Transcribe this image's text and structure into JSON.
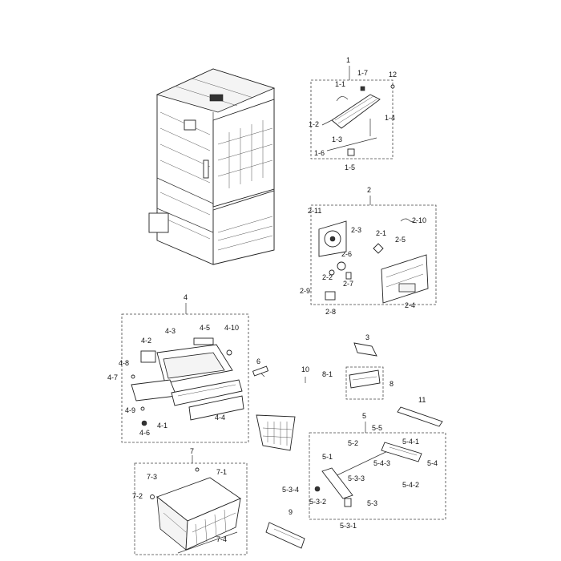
{
  "diagram": {
    "labels": {
      "g1": "1",
      "l1_1": "1-1",
      "l1_7": "1-7",
      "l12": "12",
      "l1_2": "1-2",
      "l1_4": "1-4",
      "l1_3": "1-3",
      "l1_6": "1-6",
      "l1_5": "1-5",
      "g2": "2",
      "l2_11": "2-11",
      "l2_10": "2-10",
      "l2_3": "2-3",
      "l2_1": "2-1",
      "l2_5": "2-5",
      "l2_6": "2-6",
      "l2_2": "2-2",
      "l2_7": "2-7",
      "l2_9": "2-9",
      "l2_8": "2-8",
      "l2_4": "2-4",
      "g4": "4",
      "l4_3": "4-3",
      "l4_5": "4-5",
      "l4_10": "4-10",
      "l4_2": "4-2",
      "l4_8": "4-8",
      "l4_7": "4-7",
      "l4_9": "4-9",
      "l4_6": "4-6",
      "l4_1": "4-1",
      "l4_4": "4-4",
      "l6": "6",
      "l3": "3",
      "l10": "10",
      "l8_1": "8-1",
      "l8": "8",
      "l11": "11",
      "g5": "5",
      "l5_5": "5-5",
      "l5_2": "5-2",
      "l5_4_1": "5-4-1",
      "l5_1": "5-1",
      "l5_4_3": "5-4-3",
      "l5_4": "5-4",
      "l5_3_3": "5-3-3",
      "l5_4_2": "5-4-2",
      "l5_3_4": "5-3-4",
      "l5_3_2": "5-3-2",
      "l5_3": "5-3",
      "l5_3_1": "5-3-1",
      "l9": "9",
      "g7": "7",
      "l7_3": "7-3",
      "l7_1": "7-1",
      "l7_2": "7-2",
      "l7_4": "7-4"
    }
  }
}
